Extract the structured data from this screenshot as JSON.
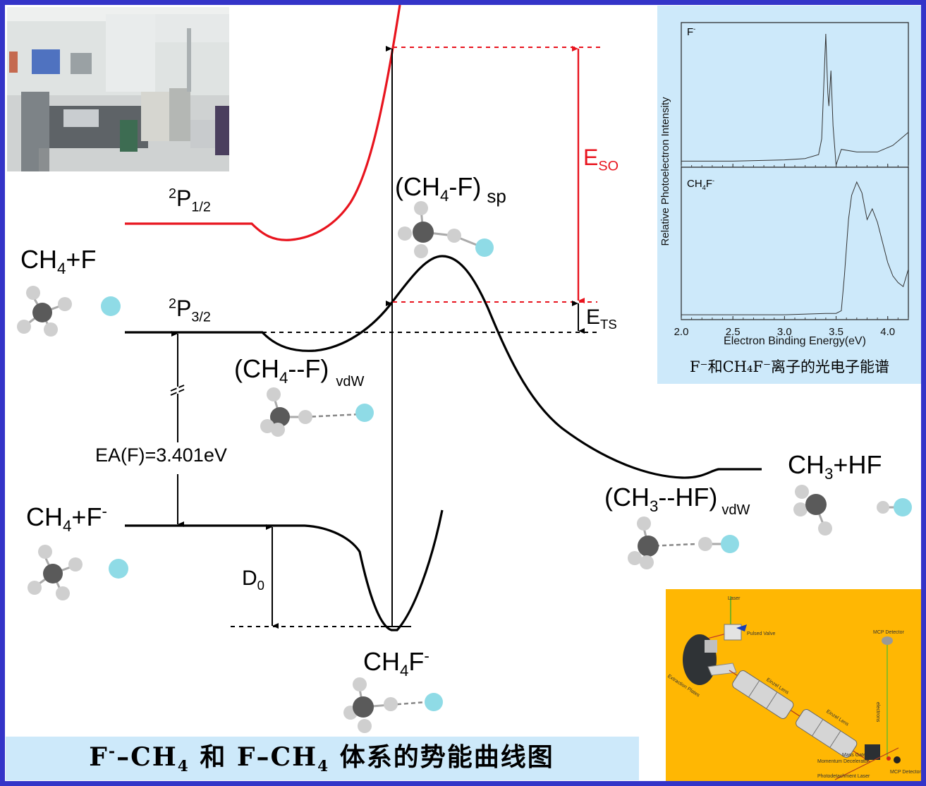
{
  "title": "F⁻–CH₄ 和 F–CH₄ 体系的势能曲线图",
  "caption": {
    "prefix_a": "F",
    "sup_a": "-",
    "mid_a": "–CH",
    "sub_a": "4",
    "and": " 和 F–CH",
    "sub_b": "4",
    "rest": " 体系的势能曲线图"
  },
  "colors": {
    "frame": "#3434c8",
    "neutral_curve": "#000000",
    "spin_orbit_curve": "#e8141e",
    "panel_bg": "#cde9fa",
    "apparatus_bg": "#ffb703",
    "fluorine_atom": "#8fdbe6",
    "carbon_atom": "#555555",
    "hydrogen_atom": "#d0d0d0"
  },
  "photo": {
    "label": "lab-photo"
  },
  "diagram": {
    "levels": {
      "p12": {
        "base": "P",
        "pre": "2",
        "sub": "1/2"
      },
      "p32": {
        "base": "P",
        "pre": "2",
        "sub": "3/2"
      }
    },
    "species": {
      "ch4_f": {
        "a": "CH",
        "sub": "4",
        "b": "+F"
      },
      "ch4_fminus": {
        "a": "CH",
        "sub": "4",
        "b": "+F",
        "sup": "-"
      },
      "vdw_entrance": {
        "open": "(",
        "a": "CH",
        "sub": "4",
        "b": "--F",
        "close": ")",
        "tag": "vdW"
      },
      "saddle": {
        "open": "(",
        "a": "CH",
        "sub": "4",
        "b": "-F",
        "close": ")",
        "tag": "sp"
      },
      "vdw_exit": {
        "open": "(",
        "a": "CH",
        "sub": "3",
        "b": "--HF",
        "close": ")",
        "tag": "vdW"
      },
      "ch3_hf": {
        "a": "CH",
        "sub": "3",
        "b": "+HF"
      },
      "anion": {
        "a": "CH",
        "sub": "4",
        "b": "F",
        "sup": "-"
      }
    },
    "annotations": {
      "ea": "EA(F)=3.401eV",
      "d0": {
        "base": "D",
        "sub": "0"
      },
      "eso": {
        "base": "E",
        "sub": "SO"
      },
      "ets": {
        "base": "E",
        "sub": "TS"
      }
    }
  },
  "chart_data": {
    "type": "line",
    "title": "F⁻和CH₄F⁻离子的光电子能谱",
    "xlabel": "Electron Binding Energy(eV)",
    "ylabel": "Relative Photoelectron Intensity",
    "xlim": [
      2.0,
      4.2
    ],
    "xticks": [
      "2.0",
      "2.5",
      "3.0",
      "3.5",
      "4.0"
    ],
    "grid": false,
    "panels": [
      {
        "name": "F⁻",
        "label_base": "F",
        "label_sup": "-",
        "x": [
          2.0,
          2.5,
          3.0,
          3.2,
          3.33,
          3.36,
          3.38,
          3.4,
          3.42,
          3.43,
          3.45,
          3.47,
          3.5,
          3.55,
          3.7,
          3.9,
          4.05,
          4.2
        ],
        "y": [
          0.03,
          0.03,
          0.04,
          0.05,
          0.08,
          0.2,
          0.6,
          1.0,
          0.55,
          0.45,
          0.72,
          0.3,
          0.0,
          0.12,
          0.1,
          0.1,
          0.15,
          0.25
        ]
      },
      {
        "name": "CH₄F⁻",
        "label_base": "CH",
        "label_sub": "4",
        "label_post": "F",
        "label_sup": "-",
        "x": [
          2.0,
          2.5,
          3.0,
          3.4,
          3.5,
          3.55,
          3.58,
          3.62,
          3.65,
          3.7,
          3.75,
          3.8,
          3.85,
          3.9,
          3.95,
          4.0,
          4.05,
          4.1,
          4.15,
          4.2
        ],
        "y": [
          0.01,
          0.01,
          0.01,
          0.02,
          0.02,
          0.04,
          0.3,
          0.72,
          0.9,
          1.0,
          0.92,
          0.72,
          0.8,
          0.7,
          0.55,
          0.4,
          0.3,
          0.25,
          0.22,
          0.35
        ]
      }
    ]
  },
  "apparatus": {
    "labels": {
      "laser": "Laser",
      "pulsed_valve": "Pulsed Valve",
      "extraction": "Extraction Plates",
      "einzel1": "Einzel Lens",
      "einzel2": "Einzel Lens",
      "mcp_top": "MCP Detector",
      "electrons": "electrons",
      "mass_gate": "Mass Gate",
      "decelerator": "Momentum Decelerator",
      "photodetach": "Photodetachment Laser",
      "mcp_bottom": "MCP Detector"
    }
  }
}
